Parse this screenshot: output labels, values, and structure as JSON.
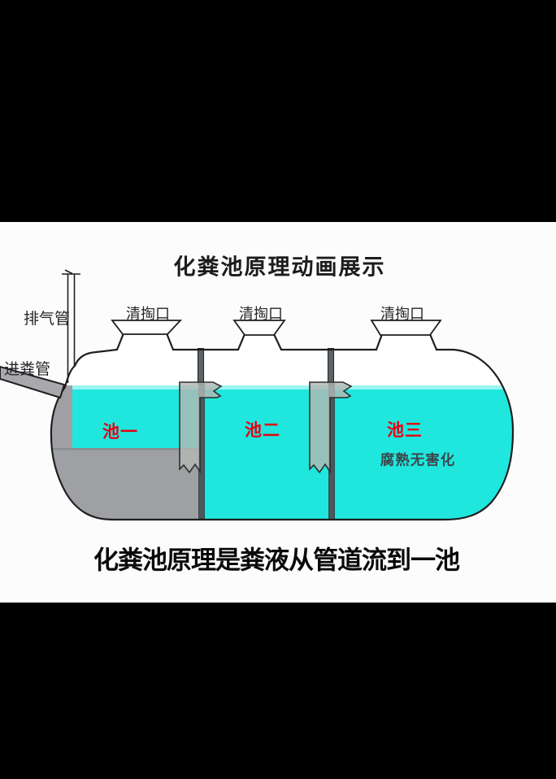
{
  "title": "化粪池原理动画展示",
  "caption": "化粪池原理是粪液从管道流到一池",
  "pipes": {
    "vent": "排气管",
    "inlet": "进粪管"
  },
  "cleanouts": [
    {
      "label": "清掏口"
    },
    {
      "label": "清掏口"
    },
    {
      "label": "清掏口"
    }
  ],
  "chambers": [
    {
      "name": "池一"
    },
    {
      "name": "池二"
    },
    {
      "name": "池三",
      "note": "腐熟无害化"
    }
  ],
  "colors": {
    "water": "#1fe7de",
    "sludge": "#9ea0a4",
    "divider": "#4a575d",
    "rod": "#5d6366",
    "pipe": "#a9a9ad",
    "baffle": "rgba(178,184,179,0.82)",
    "chamber_label_red": "#e60012",
    "note_text": "#3b4a4d",
    "letterbox": "#000000",
    "canvas": "#fcfcfc"
  }
}
